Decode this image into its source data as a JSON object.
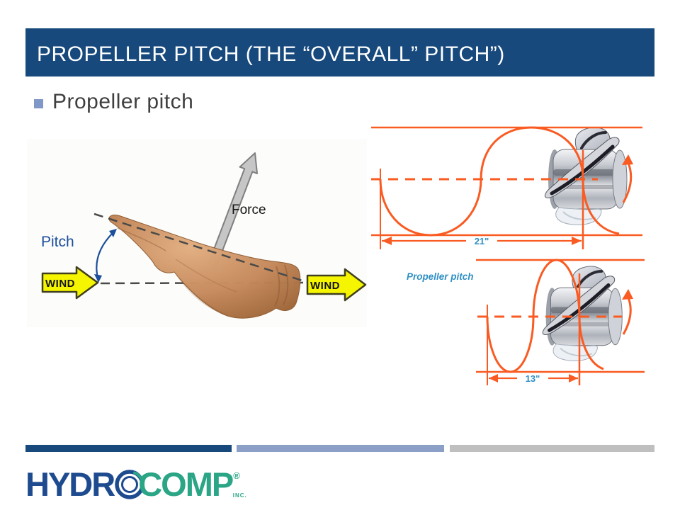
{
  "slide": {
    "header": {
      "title": "PROPELLER PITCH (THE “OVERALL” PITCH”)"
    },
    "bullet": {
      "text": "Propeller pitch"
    }
  },
  "hand_figure": {
    "force_label": "Force",
    "pitch_label": "Pitch",
    "wind_left_label": "WIND",
    "wind_right_label": "WIND"
  },
  "pitch_diagrams": {
    "caption": "Propeller pitch",
    "top": {
      "dimension_label": "21\""
    },
    "bottom": {
      "dimension_label": "13\""
    }
  },
  "footer": {
    "logo": {
      "hydro_part": "HYDR",
      "o_letter": "O",
      "comp_part": "COMP",
      "registered_mark": "®",
      "inc_label": "INC."
    }
  },
  "colors": {
    "header_navy": "#17497D",
    "bullet_marker": "#8098C8",
    "body_text": "#3F3F3F",
    "diagram_orange": "#F95B22",
    "dimension_blue": "#2E8FC4",
    "pitch_label_blue": "#1B4E9B",
    "wind_yellow": "#F6F500",
    "footer_bar_navy": "#17497D",
    "footer_bar_periwinkle": "#8B9FC7",
    "footer_bar_gray": "#BFBFBF",
    "logo_blue": "#1E4B8F",
    "logo_green": "#2AA586"
  }
}
